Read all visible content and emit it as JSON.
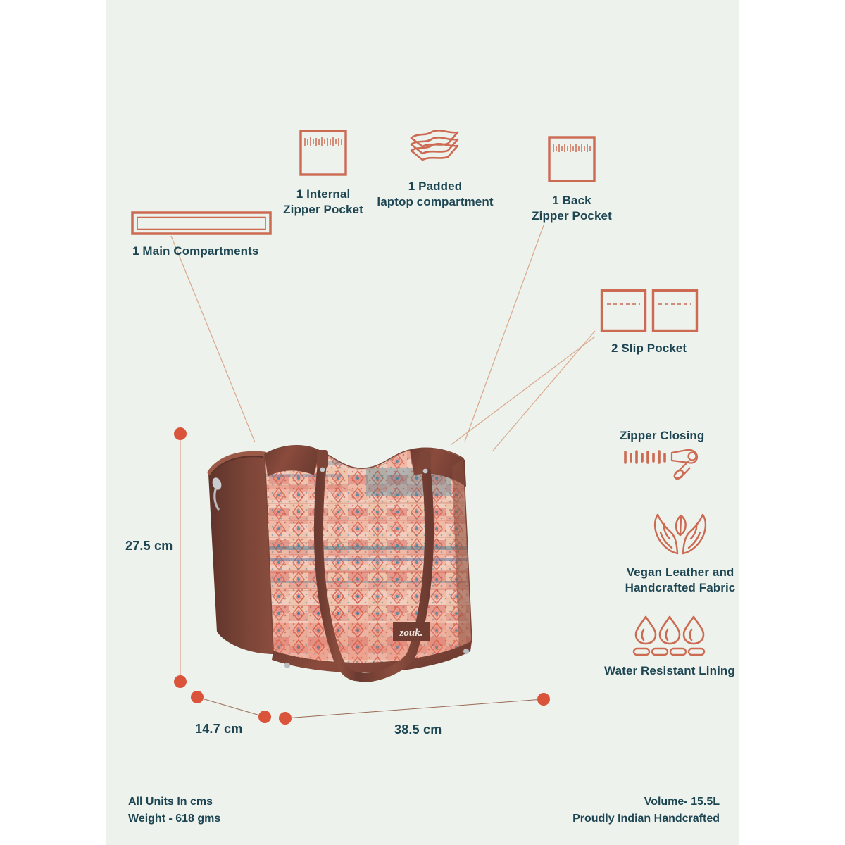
{
  "panel": {
    "background_color": "#eef2ed",
    "accent_color": "#cc6a52",
    "text_color": "#1d4652",
    "leader_color": "#d9a18c"
  },
  "features": [
    {
      "id": "main-compartments",
      "label": "1 Main Compartments",
      "icon": "long-rectangle-compartment-icon"
    },
    {
      "id": "internal-zipper-pocket",
      "label": "1 Internal\nZipper Pocket",
      "icon": "zipper-pocket-square-icon"
    },
    {
      "id": "padded-laptop-compartment",
      "label": "1 Padded\nlaptop compartment",
      "icon": "stacked-layers-icon"
    },
    {
      "id": "back-zipper-pocket",
      "label": "1 Back\nZipper Pocket",
      "icon": "zipper-pocket-square-icon"
    },
    {
      "id": "slip-pocket",
      "label": "2 Slip Pocket",
      "icon": "two-squares-dashed-icon"
    },
    {
      "id": "zipper-closing",
      "label": "Zipper Closing",
      "icon": "zipper-pull-icon"
    },
    {
      "id": "vegan-leather",
      "label": "Vegan Leather and\nHandcrafted Fabric",
      "icon": "hands-leaf-icon"
    },
    {
      "id": "water-resistant-lining",
      "label": "Water Resistant Lining",
      "icon": "water-droplets-icon"
    }
  ],
  "dimensions": {
    "height": "27.5 cm",
    "depth": "14.7 cm",
    "width": "38.5 cm"
  },
  "product": {
    "brand_label": "zouk."
  },
  "footer": {
    "left_line1": "All Units In cms",
    "left_line2": "Weight - 618 gms",
    "right_line1": "Volume- 15.5L",
    "right_line2": "Proudly Indian Handcrafted"
  }
}
